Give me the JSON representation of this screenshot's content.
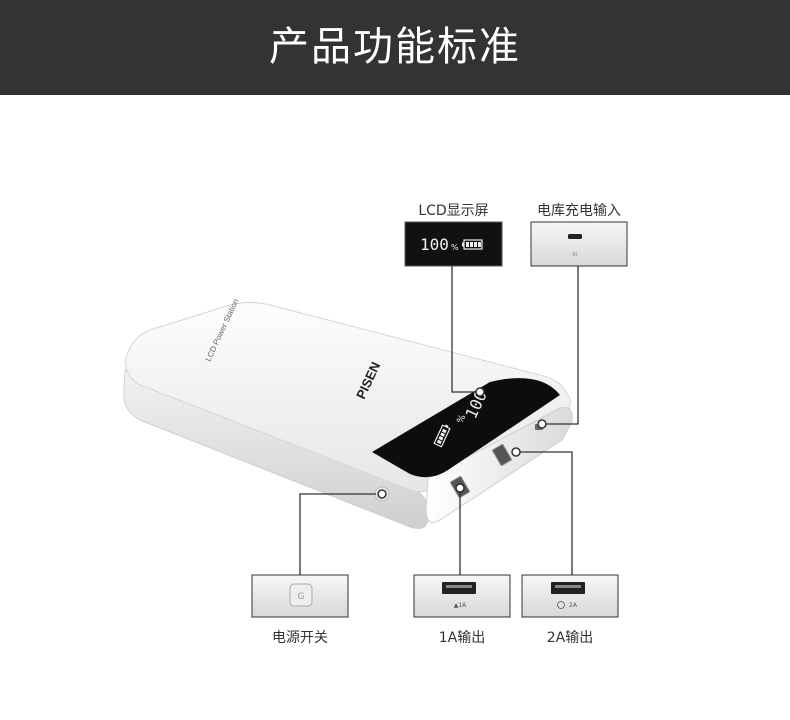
{
  "header": {
    "title": "产品功能标准"
  },
  "product": {
    "brand": "PISEN",
    "model_text": "LCD Power Station",
    "lcd_value": "100",
    "lcd_unit": "%",
    "port_label_1a": "▲1A",
    "port_label_2a": "2A",
    "port_label_in": "in"
  },
  "callouts": {
    "lcd": {
      "label": "LCD显示屏",
      "display_value": "100",
      "display_unit": "%"
    },
    "input": {
      "label": "电库充电输入",
      "port_text": "in"
    },
    "power": {
      "label": "电源开关",
      "button_text": "G"
    },
    "out_1a": {
      "label": "1A输出",
      "port_text": "▲1A"
    },
    "out_2a": {
      "label": "2A输出",
      "port_text": "2A"
    }
  },
  "colors": {
    "header_bg": "#333333",
    "header_text": "#ffffff",
    "lcd_bg": "#111111",
    "body_white": "#f4f4f4",
    "line": "#333333"
  }
}
